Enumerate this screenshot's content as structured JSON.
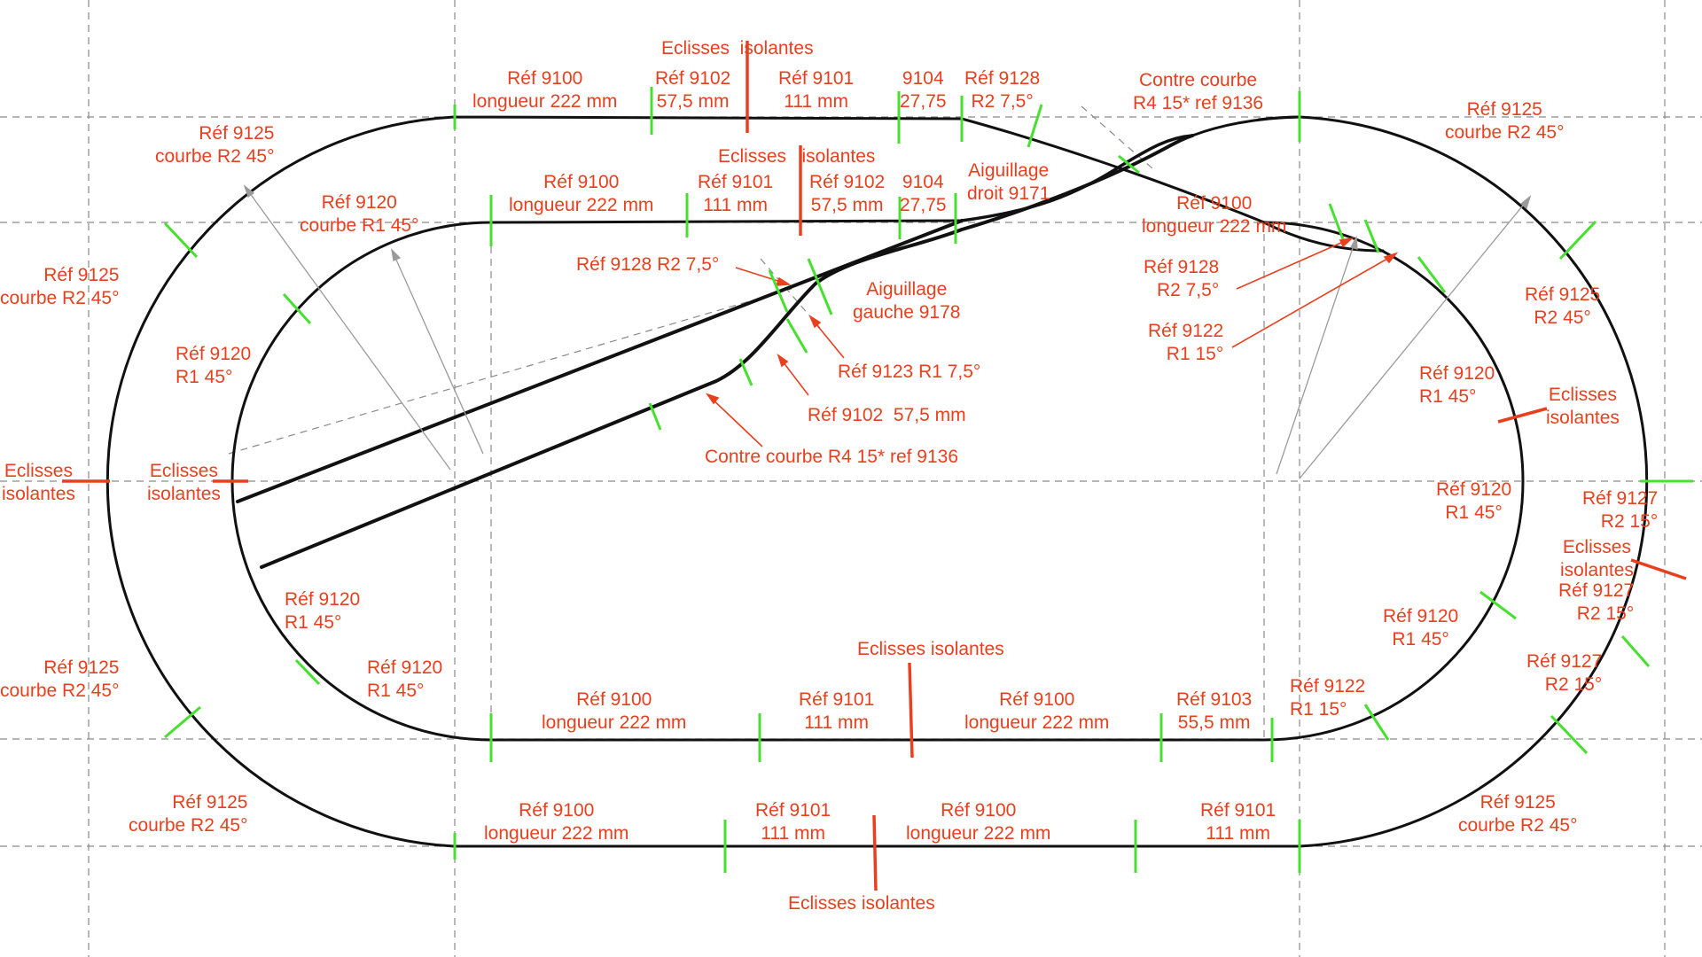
{
  "colors": {
    "label": "#e8401f",
    "track": "#111111",
    "joint": "#47e030",
    "insulated": "#e8401f",
    "grid": "#8a8a8a",
    "arrow_red": "#e8401f",
    "arrow_grey": "#9a9a9a"
  },
  "labels": {
    "top_eclisses_1": "Eclisses  isolantes",
    "ref9100_top_outer": "Réf 9100\nlongueur 222 mm",
    "ref9102_top_outer": "Réf 9102\n57,5 mm",
    "ref9101_top_outer": "Réf 9101\n111 mm",
    "ref9104_top_outer": "9104\n27,75",
    "ref9128_top_outer": "Réf 9128\nR2 7,5°",
    "contre_courbe_top": "Contre courbe\nR4 15* ref 9136",
    "ref9125_top_right": "Réf 9125\ncourbe R2 45°",
    "ref9125_top_left": "Réf 9125\ncourbe R2 45°",
    "top_eclisses_2": "Eclisses   isolantes",
    "ref9100_inner_top": "Réf 9100\nlongueur 222 mm",
    "ref9101_inner_top": "Réf 9101\n111 mm",
    "ref9102_inner_top": "Réf 9102\n57,5 mm",
    "ref9104_inner_top": "9104\n27,75",
    "aiguillage_droit": "Aiguillage\ndroit 9171",
    "ref9120_inner_tl": "Réf 9120\ncourbe R1 45°",
    "ref9125_left_upper": "Réf 9125\ncourbe R2 45°",
    "ref9100_diag": "Réf 9100\nlongueur 222 mm",
    "ref9128_left": "Réf 9128 R2 7,5°",
    "aiguillage_gauche": "Aiguillage\ngauche 9178",
    "ref9128_right": "Réf 9128\nR2 7,5°",
    "ref9125_r2_right": "Réf 9125\nR2 45°",
    "ref9122_right": "Réf 9122\nR1 15°",
    "ref9120_left_inner": "Réf 9120\nR1 45°",
    "ref9123": "Réf 9123 R1 7,5°",
    "ref9120_right_upper": "Réf 9120\nR1 45°",
    "eclisses_right_1": "Eclisses\nisolantes",
    "ref9102_mid": "Réf 9102  57,5 mm",
    "contre_courbe_mid": "Contre courbe R4 15* ref 9136",
    "eclisses_left_outer": "Eclisses\nisolantes",
    "eclisses_left_inner": "Eclisses\nisolantes",
    "ref9120_right_mid": "Réf 9120\nR1 45°",
    "ref9127_1": "Réf 9127\nR2 15°",
    "eclisses_right_2": "Eclisses\nisolantes",
    "ref9127_2": "Réf 9127\nR2 15°",
    "ref9120_left_lower": "Réf 9120\nR1 45°",
    "ref9120_right_lower": "Réf 9120\nR1 45°",
    "ref9125_left_lower": "Réf 9125\ncourbe R2 45°",
    "ref9120_left_bottom": "Réf 9120\nR1 45°",
    "eclisses_bottom_inner": "Eclisses isolantes",
    "ref9127_3": "Réf 9127\nR2 15°",
    "ref9122_bottom": "Réf 9122\nR1 15°",
    "ref9100_inner_b1": "Réf 9100\nlongueur 222 mm",
    "ref9101_inner_b": "Réf 9101\n111 mm",
    "ref9100_inner_b2": "Réf 9100\nlongueur 222 mm",
    "ref9103_inner_b": "Réf 9103\n55,5 mm",
    "ref9125_bottom_left": "Réf 9125\ncourbe R2 45°",
    "ref9125_bottom_right": "Réf 9125\ncourbe R2 45°",
    "ref9100_outer_b1": "Réf 9100\nlongueur 222 mm",
    "ref9101_outer_b1": "Réf 9101\n111 mm",
    "ref9100_outer_b2": "Réf 9100\nlongueur 222 mm",
    "ref9101_outer_b2": "Réf 9101\n111 mm",
    "eclisses_bottom_outer": "Eclisses isolantes"
  }
}
